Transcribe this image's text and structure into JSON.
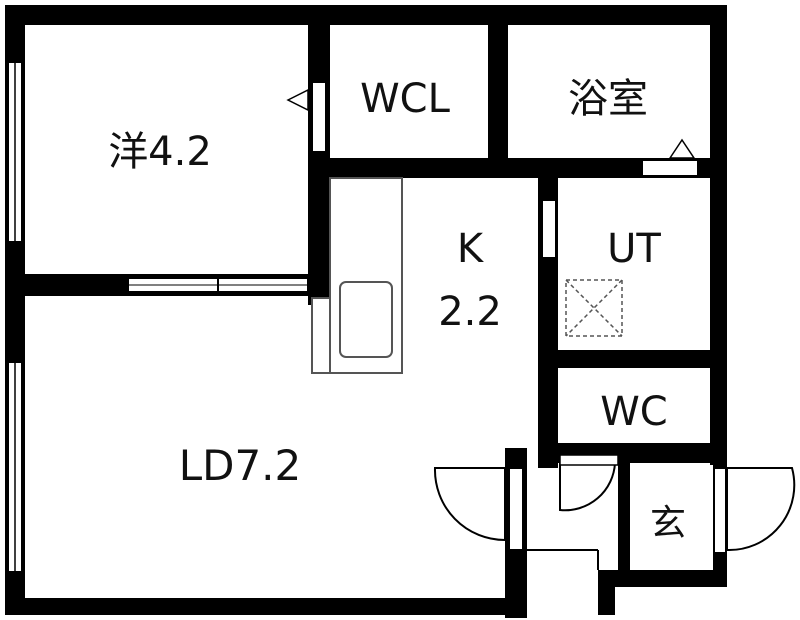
{
  "floorplan": {
    "colors": {
      "wall": "#000000",
      "fill": "#ffffff",
      "fixture": "#555555"
    },
    "rooms": {
      "western": "洋4.2",
      "wcl": "WCL",
      "bath": "浴室",
      "kitchen_name": "K",
      "kitchen_size": "2.2",
      "utility": "UT",
      "toilet": "WC",
      "living": "LD7.2",
      "entrance": "玄"
    }
  }
}
